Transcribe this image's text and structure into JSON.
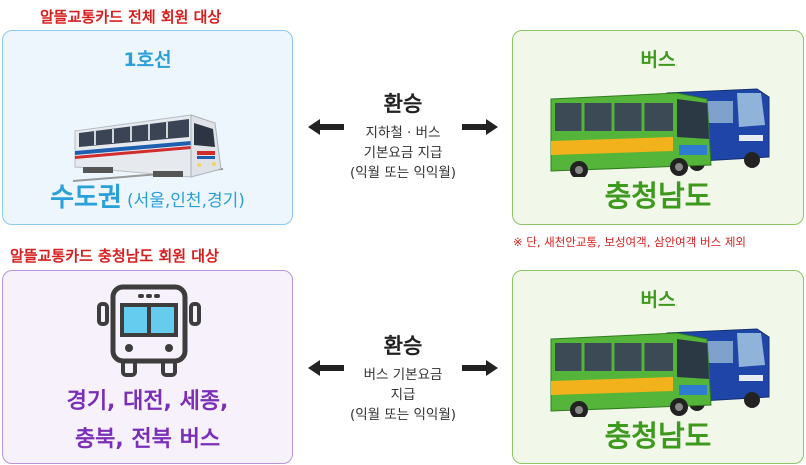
{
  "top_section": {
    "title": "알뜰교통카드 전체 회원 대상",
    "left_box": {
      "line_label": "1호선",
      "region_main": "수도권",
      "region_sub": "(서울,인천,경기)"
    },
    "center": {
      "title": "환승",
      "desc_lines": [
        "지하철 · 버스",
        "기본요금 지급",
        "(익월 또는 익익월)"
      ]
    },
    "right_box": {
      "top_label": "버스",
      "region": "충청남도"
    },
    "note": "※ 단, 새천안교통, 보성여객, 삼안여객 버스 제외"
  },
  "bottom_section": {
    "title": "알뜰교통카드 충청남도 회원 대상",
    "left_box": {
      "region_lines": [
        "경기, 대전, 세종,",
        "충북, 전북 버스"
      ]
    },
    "center": {
      "title": "환승",
      "desc_lines": [
        "버스 기본요금",
        "지급",
        "(익월 또는 익익월)"
      ]
    },
    "right_box": {
      "top_label": "버스",
      "region": "충청남도"
    }
  },
  "colors": {
    "title_red": "#d81f1f",
    "blue_text": "#2a9fd8",
    "green_text": "#3d9a1e",
    "purple_text": "#7b2fb8"
  },
  "icons": [
    "train-image",
    "bus-pair-image",
    "bus-outline-icon",
    "arrow-left-icon",
    "arrow-right-icon"
  ]
}
